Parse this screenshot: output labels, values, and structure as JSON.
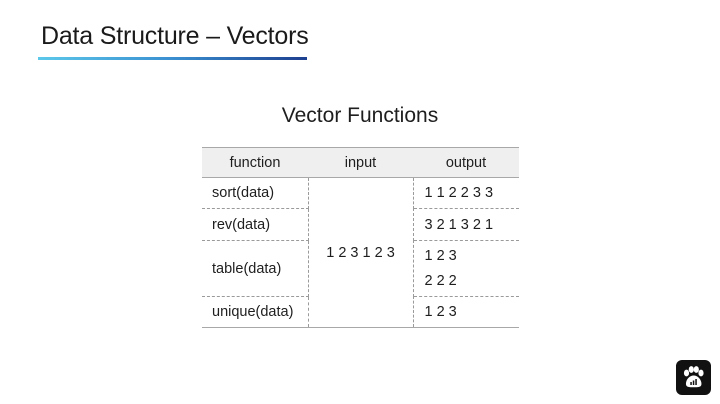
{
  "slide": {
    "title": "Data Structure – Vectors"
  },
  "section": {
    "heading": "Vector Functions"
  },
  "table": {
    "headers": [
      "function",
      "input",
      "output"
    ],
    "input": "1 2 3 1 2 3",
    "rows": [
      {
        "function": "sort(data)",
        "output": [
          "1 1 2 2 3 3"
        ]
      },
      {
        "function": "rev(data)",
        "output": [
          "3 2 1 3 2 1"
        ]
      },
      {
        "function": "table(data)",
        "output": [
          "1 2 3",
          "2 2 2"
        ]
      },
      {
        "function": "unique(data)",
        "output": [
          "1 2 3"
        ]
      }
    ]
  },
  "logo": {
    "icon": "paw-chart-icon",
    "background": "#111111"
  },
  "colors": {
    "underline_start": "#5cc8ea",
    "underline_end": "#1d3f8f",
    "header_bg": "#efefef"
  }
}
